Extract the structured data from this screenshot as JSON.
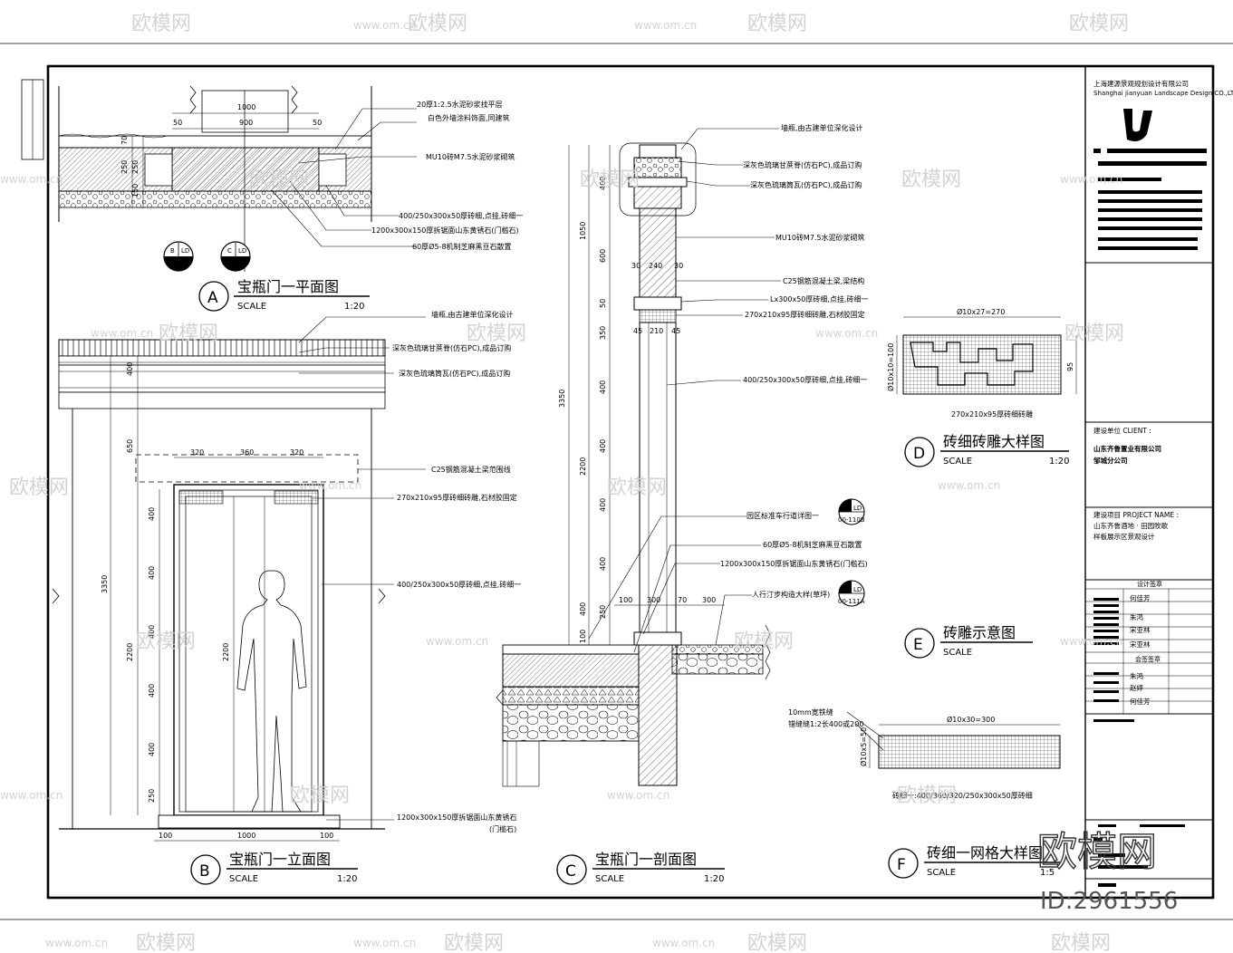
{
  "watermark": {
    "brand": "欧模网",
    "url": "www.om.cn",
    "big": "欧模网",
    "id": "ID:2961556"
  },
  "title_block": {
    "company_cn": "上海建源景观规划设计有限公司",
    "company_en": "Shanghai  jianyuan Landscape Design CO.,LTD",
    "client_label": "建设单位 CLIENT :",
    "client_name_1": "山东齐鲁置业有限公司",
    "client_name_2": "邹城分公司",
    "project_label": "建设项目 PROJECT NAME :",
    "project_name_1": "山东齐鲁酒地 · 田园牧歌",
    "project_name_2": "样板展示区景观设计",
    "sign_header": "设计签章",
    "sign_header_2": "会签签章",
    "signatures": [
      "何佳芳",
      "朱鸿",
      "宋亚林",
      "宋亚林",
      "朱鸿",
      "赵婷",
      "何佳芳"
    ]
  },
  "views": {
    "A": {
      "letter": "A",
      "title": "宝瓶门一平面图",
      "scale_label": "SCALE",
      "scale_value": "1:20",
      "dims": [
        "1000",
        "900",
        "50",
        "50",
        "70",
        "250",
        "250",
        "150"
      ],
      "notes": [
        "20厚1:2.5水泥砂浆找平层",
        "白色外墙涂料饰面,同建筑",
        "MU10砖M7.5水泥砂浆砌筑",
        "400/250x300x50厚砖细,点挂,砖细一",
        "1200x300x150厚拆锯面山东黄锈石(门槛石)",
        "60厚Ø5-8机制芝麻黑豆石散置"
      ],
      "callouts": [
        {
          "letter": "B",
          "code": "LD"
        },
        {
          "letter": "C",
          "code": "LD"
        }
      ]
    },
    "B": {
      "letter": "B",
      "title": "宝瓶门一立面图",
      "scale_label": "SCALE",
      "scale_value": "1:20",
      "dims_top": [
        "320",
        "360",
        "320"
      ],
      "dims_side": [
        "400",
        "650",
        "3350",
        "2200",
        "400",
        "400",
        "400",
        "400",
        "400",
        "250"
      ],
      "dims_bottom": [
        "100",
        "1000",
        "100"
      ],
      "inner_dim": "2200",
      "notes": [
        "墙瓶,由古建单位深化设计",
        "深灰色琉璃甘蔗脊(仿石PC),成品订购",
        "深灰色琉璃筒瓦(仿石PC),成品订购",
        "C25钢筋混凝土梁范围线",
        "270x210x95厚砖细砖雕,石材胶固定",
        "400/250x300x50厚砖细,点挂,砖细一",
        "1200x300x150厚拆锯面山东黄锈石",
        "(门槛石)"
      ]
    },
    "C": {
      "letter": "C",
      "title": "宝瓶门一剖面图",
      "scale_label": "SCALE",
      "scale_value": "1:20",
      "dims_left": [
        "400",
        "1050",
        "600",
        "50",
        "350",
        "3350",
        "400",
        "400",
        "2200",
        "400",
        "400",
        "400",
        "250",
        "100"
      ],
      "dims_top": [
        "30",
        "240",
        "30",
        "45",
        "210",
        "45"
      ],
      "dims_bottom": [
        "100",
        "300",
        "70",
        "300"
      ],
      "notes": [
        "墙瓶,由古建单位深化设计",
        "深灰色琉璃甘蔗脊(仿石PC),成品订购",
        "深灰色琉璃筒瓦(仿石PC),成品订购",
        "MU10砖M7.5水泥砂浆砌筑",
        "C25钢筋混凝土梁,梁结构",
        "Lx300x50厚砖细,点挂,砖细一",
        "270x210x95厚砖细砖雕,石材胶固定",
        "400/250x300x50厚砖细,点挂,砖细一",
        "园区标准车行道详图一",
        "60厚Ø5-8机制芝麻黑豆石散置",
        "1200x300x150厚拆锯面山东黄锈石(门槛石)",
        "人行汀步构造大样(草坪)"
      ],
      "callouts": [
        {
          "letter": "Ⅱ",
          "code": "LD",
          "ref": "00-110B"
        },
        {
          "letter": "B",
          "code": "LD",
          "ref": "00-111A"
        }
      ]
    },
    "D": {
      "letter": "D",
      "title": "砖细砖雕大样图",
      "scale_label": "SCALE",
      "scale_value": "1:20",
      "dim_top": "Ø10x27=270",
      "dim_left": "Ø10x10=100",
      "dim_right": "95",
      "caption": "270x210x95厚砖细砖雕"
    },
    "E": {
      "letter": "E",
      "title": "砖雕示意图",
      "scale_label": "SCALE"
    },
    "F": {
      "letter": "F",
      "title": "砖细一网格大样图",
      "scale_label": "SCALE",
      "scale_value": "1:5",
      "dim_top": "Ø10x30=300",
      "dim_left": "Ø10x5=50",
      "notes": [
        "10mm宽铁缝",
        "错缝缝1:2长400或200"
      ],
      "caption": "砖细一:400/360/320/250x300x50厚砖细"
    }
  }
}
